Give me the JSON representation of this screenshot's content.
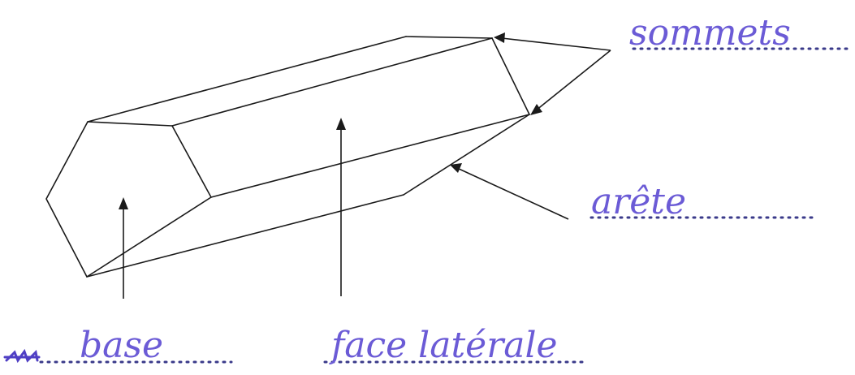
{
  "labels": {
    "vertices": "sommets",
    "edge": "arête",
    "base": "base",
    "lateral_face": "face latérale"
  },
  "colors": {
    "ink": "#1a1a1a",
    "handwriting": "#6b5bd6",
    "dotted_line": "#3a3a8a"
  }
}
